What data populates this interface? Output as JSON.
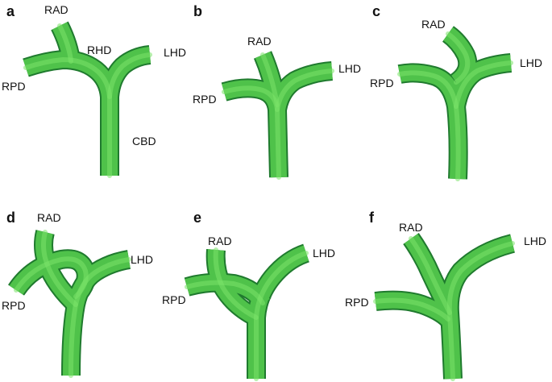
{
  "panels": [
    {
      "letter": "a",
      "labels": [
        "RAD",
        "RHD",
        "LHD",
        "RPD",
        "CBD"
      ]
    },
    {
      "letter": "b",
      "labels": [
        "RAD",
        "LHD",
        "RPD"
      ]
    },
    {
      "letter": "c",
      "labels": [
        "RAD",
        "LHD",
        "RPD"
      ]
    },
    {
      "letter": "d",
      "labels": [
        "RAD",
        "LHD",
        "RPD"
      ]
    },
    {
      "letter": "e",
      "labels": [
        "RAD",
        "LHD",
        "RPD"
      ]
    },
    {
      "letter": "f",
      "labels": [
        "RAD",
        "LHD",
        "RPD"
      ]
    }
  ],
  "colors": {
    "duct_fill": "#4fc24a",
    "duct_outline": "#1f7a2e",
    "duct_highlight": "#7be36a"
  }
}
